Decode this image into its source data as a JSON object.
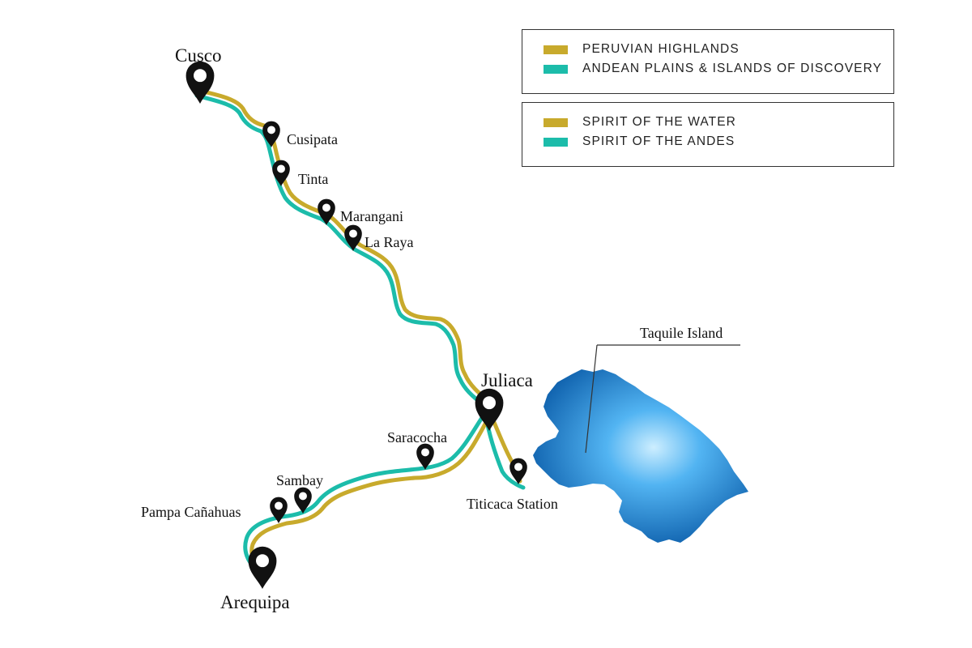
{
  "legend_groups": [
    {
      "items": [
        {
          "label": "PERUVIAN HIGHLANDS",
          "color": "#c8aa2c"
        },
        {
          "label": "ANDEAN PLAINS & ISLANDS OF DISCOVERY",
          "color": "#1cbcaa"
        }
      ]
    },
    {
      "items": [
        {
          "label": "SPIRIT OF THE WATER",
          "color": "#c8aa2c"
        },
        {
          "label": "SPIRIT OF THE ANDES",
          "color": "#1cbcaa"
        }
      ]
    }
  ],
  "places": {
    "cusco": "Cusco",
    "cusipata": "Cusipata",
    "tinta": "Tinta",
    "marangani": "Marangani",
    "la_raya": "La Raya",
    "juliaca": "Juliaca",
    "saracocha": "Saracocha",
    "titicaca_station": "Titicaca Station",
    "sambay": "Sambay",
    "pampa_canahuas": "Pampa Cañahuas",
    "arequipa": "Arequipa"
  },
  "lake": {
    "island_label": "Taquile Island"
  },
  "colors": {
    "gold_route": "#c8aa2c",
    "teal_route": "#1cbcaa",
    "lake_dark": "#0a5ba8",
    "lake_light": "#9fdcff",
    "marker": "#111111"
  },
  "icons": {
    "stop_marker": "map-pin-icon"
  }
}
